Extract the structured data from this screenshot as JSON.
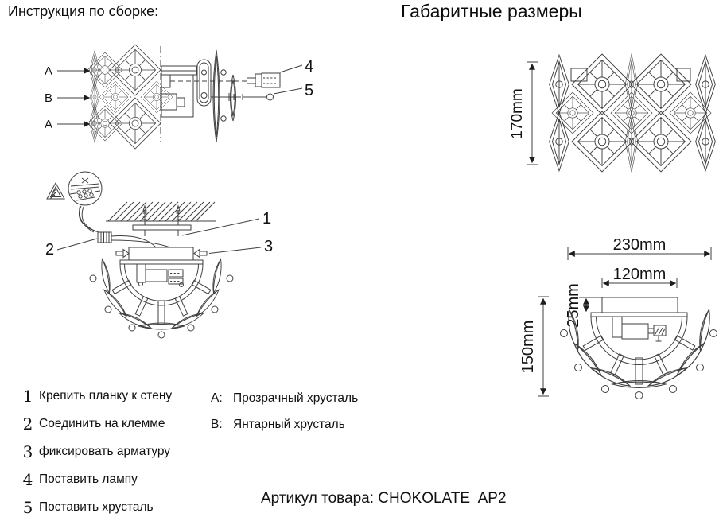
{
  "titles": {
    "left": "Инструкция по сборке:",
    "right": "Габаритные размеры"
  },
  "exploded": {
    "label_a_top": "A",
    "label_b": "B",
    "label_a_bottom": "A",
    "callout_4": "4",
    "callout_5": "5"
  },
  "assembly": {
    "callout_1": "1",
    "callout_2": "2",
    "callout_3": "3"
  },
  "dims": {
    "height": "170mm",
    "width": "230mm",
    "plate_width": "120mm",
    "plate_depth": "25mm",
    "body_height": "150mm"
  },
  "steps": [
    {
      "num": "1",
      "text": "Крепить планку к стену"
    },
    {
      "num": "2",
      "text": "Соединить на клемме"
    },
    {
      "num": "3",
      "text": "фиксировать арматуру"
    },
    {
      "num": "4",
      "text": "Поставить лампу"
    },
    {
      "num": "5",
      "text": "Поставить хрусталь"
    }
  ],
  "legend": [
    {
      "key": "A:",
      "text": "Прозрачный хрусталь"
    },
    {
      "key": "B:",
      "text": "Янтарный хрусталь"
    }
  ],
  "article": {
    "label": "Артикул товара: CHOKOLATE  AP2"
  },
  "colors": {
    "ink": "#3f3f3f",
    "text": "#111111"
  }
}
